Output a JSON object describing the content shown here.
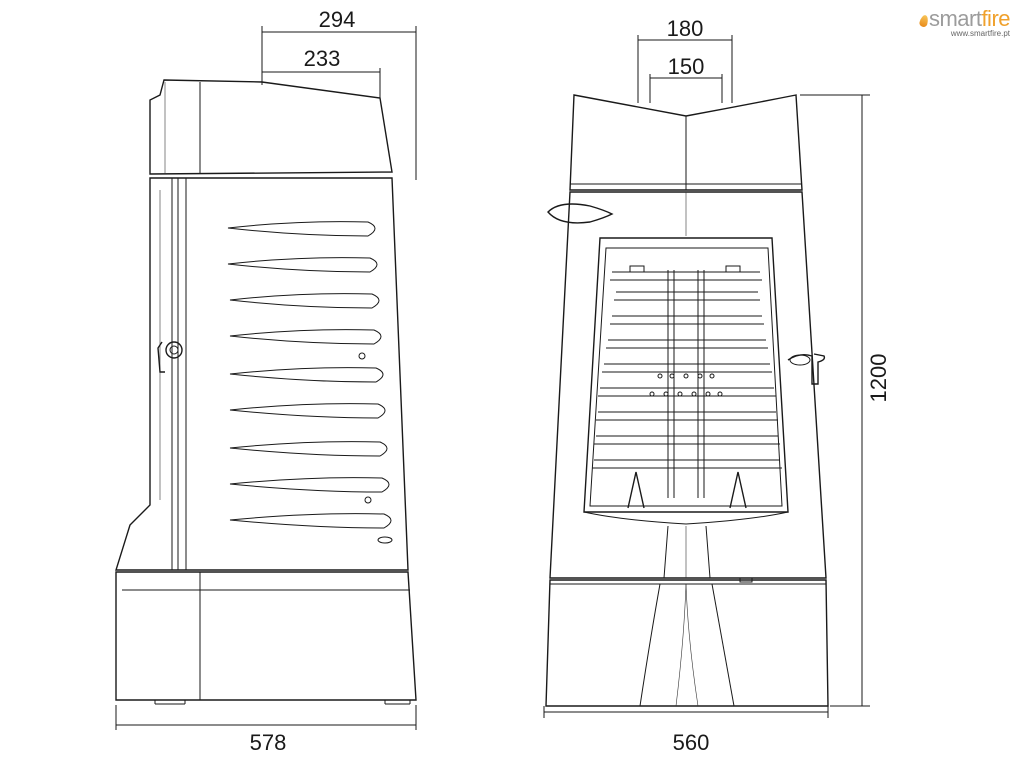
{
  "brand": {
    "name_part1": "smart",
    "name_part2": "fire",
    "url": "www.smartfire.pt",
    "accent_color": "#f0a12c",
    "text_color": "#9c9c9c"
  },
  "side_view": {
    "dim_top_outer": "294",
    "dim_top_inner": "233",
    "dim_width": "578"
  },
  "front_view": {
    "dim_top_outer": "180",
    "dim_top_inner": "150",
    "dim_width": "560",
    "dim_height": "1200"
  }
}
